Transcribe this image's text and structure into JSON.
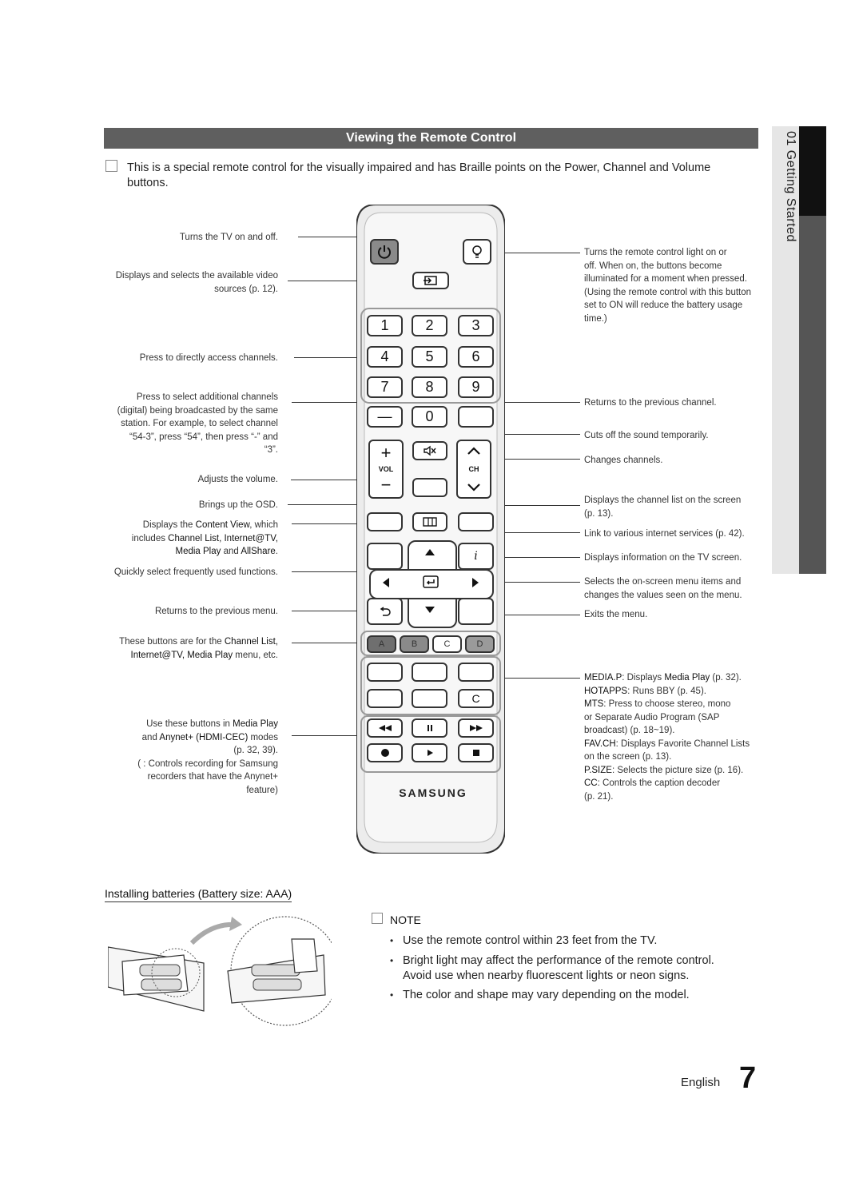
{
  "side_tab": {
    "text": "01  Getting Started"
  },
  "title": "Viewing the Remote Control",
  "intro": "This is a special remote control for the visually impaired and has Braille points on the Power, Channel and Volume buttons.",
  "left_labels": {
    "power": "Turns the TV on and off.",
    "source_1": "Displays and selects the available video",
    "source_2": "sources (p. 12).",
    "channels": "Press to directly access channels.",
    "additional_1": "Press to select additional channels",
    "additional_2": "(digital) being broadcasted by the same",
    "additional_3": "station. For example, to select channel",
    "additional_4": "“54-3”, press “54”, then press “-” and",
    "additional_5": "“3”.",
    "volume": "Adjusts the volume.",
    "osd": "Brings up the OSD.",
    "content_1a": "Displays the ",
    "content_1b": "Content View",
    "content_1c": ", which",
    "content_2a": "includes ",
    "content_2b": "Channel List, Internet@TV,",
    "content_3a": "Media Play",
    "content_3b": " and ",
    "content_3c": "AllShare",
    "content_3d": ".",
    "tools": "Quickly select frequently used functions.",
    "return": "Returns to the previous menu.",
    "color_1a": "These buttons are for the ",
    "color_1b": "Channel List,",
    "color_2a": "Internet@TV, Media Play",
    "color_2b": " menu, etc.",
    "media_1a": "Use these buttons in ",
    "media_1b": "Media Play",
    "media_2a": "and ",
    "media_2b": "Anynet+ (HDMI-CEC)",
    "media_2c": " modes",
    "media_3": "(p. 32, 39).",
    "media_4": "( : Controls recording for Samsung",
    "media_5": "recorders that have the Anynet+",
    "media_6": "feature)"
  },
  "right_labels": {
    "light_1": "Turns the remote control light on or",
    "light_2": "off. When on, the buttons become",
    "light_3": "illuminated for a moment when pressed.",
    "light_4": "(Using the remote control with this button",
    "light_5": "set to ON will reduce the battery usage",
    "light_6": "time.)",
    "prech": "Returns to the previous channel.",
    "mute": "Cuts off the sound temporarily.",
    "ch": "Changes channels.",
    "chlist_1": "Displays the channel list on the screen",
    "chlist_2": "(p. 13).",
    "internet": "Link to various internet services (p. 42).",
    "info": "Displays information on the TV screen.",
    "select_1": "Selects the on-screen menu items and",
    "select_2": "changes the values seen on the menu.",
    "exit": "Exits the menu.",
    "mediap_a": "MEDIA.P",
    "mediap_b": ": Displays ",
    "mediap_c": "Media Play",
    "mediap_d": " (p. 32).",
    "hotapps_a": "HOTAPPS",
    "hotapps_b": ": Runs BBY (p. 45).",
    "mts_a": "MTS",
    "mts_b": ": Press to choose stereo, mono",
    "mts_c": "or Separate Audio Program (SAP",
    "mts_d": "broadcast) (p. 18~19).",
    "favch_a": "FAV.CH",
    "favch_b": ": Displays Favorite Channel Lists",
    "favch_c": "on the screen (p. 13).",
    "psize_a": "P.SIZE",
    "psize_b": ": Selects the picture size (p. 16).",
    "cc_a": "CC",
    "cc_b": ": Controls the caption decoder",
    "cc_c": "(p. 21)."
  },
  "remote": {
    "digits": [
      "1",
      "2",
      "3",
      "4",
      "5",
      "6",
      "7",
      "8",
      "9"
    ],
    "dash": "—",
    "zero": "0",
    "vol": "VOL",
    "ch": "CH",
    "color_keys": [
      "A",
      "B",
      "C",
      "D"
    ],
    "cc_key": "C",
    "brand": "SAMSUNG",
    "colors": {
      "a": "#6f6f6f",
      "b": "#8a8a8a",
      "c": "#ffffff",
      "d": "#9a9a9a",
      "power": "#8a8a8a",
      "body": "#ececec"
    },
    "icons": [
      "power-icon",
      "light-icon",
      "source-icon",
      "mute-icon",
      "up-arrow-icon",
      "down-arrow-icon",
      "enter-icon",
      "left-arrow-icon",
      "right-arrow-icon",
      "return-icon",
      "rewind-icon",
      "pause-icon",
      "fast-forward-icon",
      "record-icon",
      "play-icon",
      "stop-icon"
    ]
  },
  "batteries_title": "Installing batteries (Battery size: AAA)",
  "note": {
    "title": "NOTE",
    "items": [
      "Use the remote control within 23 feet from the TV.",
      "Bright light may affect the performance of the remote control. Avoid use when nearby fluorescent lights or neon signs.",
      "The color and shape may vary depending on the model."
    ]
  },
  "footer": {
    "language": "English",
    "page": "7"
  }
}
